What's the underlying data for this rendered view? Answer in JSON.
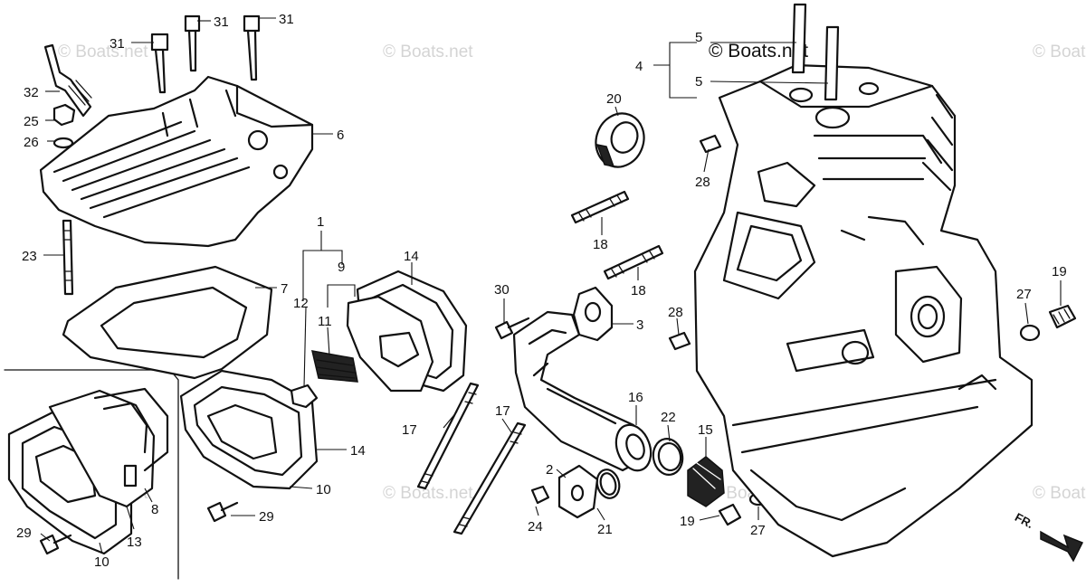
{
  "watermark": {
    "text": "© Boats.net"
  },
  "direction_label": "FR.",
  "callouts": {
    "c1": "1",
    "c2": "2",
    "c3": "3",
    "c4": "4",
    "c5a": "5",
    "c5b": "5",
    "c6": "6",
    "c7": "7",
    "c8": "8",
    "c9": "9",
    "c10a": "10",
    "c10b": "10",
    "c11": "11",
    "c12": "12",
    "c13": "13",
    "c14a": "14",
    "c14b": "14",
    "c15": "15",
    "c16": "16",
    "c17a": "17",
    "c17b": "17",
    "c18a": "18",
    "c18b": "18",
    "c19a": "19",
    "c19b": "19",
    "c20": "20",
    "c21": "21",
    "c22": "22",
    "c23": "23",
    "c24": "24",
    "c25": "25",
    "c26": "26",
    "c27a": "27",
    "c27b": "27",
    "c28a": "28",
    "c28b": "28",
    "c29a": "29",
    "c29b": "29",
    "c30": "30",
    "c31a": "31",
    "c31b": "31",
    "c31c": "31",
    "c32": "32"
  }
}
